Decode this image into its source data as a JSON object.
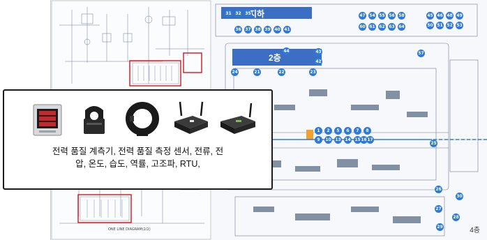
{
  "colors": {
    "accent": "#2e7ad6",
    "zone_fill": "#3c6fc4",
    "highlight": "#f2a12e",
    "tag_text": "#ffffff"
  },
  "left_panel": {
    "footer_label": "ONE LINE DIAGRAM(2/2)"
  },
  "right_panel": {
    "zones": {
      "basement": "지하",
      "floor2": "2층",
      "floor4": "4층"
    },
    "tags": [
      "1",
      "2",
      "5",
      "6",
      "7",
      "8",
      "9",
      "10",
      "13",
      "14",
      "15",
      "16",
      "17",
      "21",
      "22",
      "23",
      "24",
      "25",
      "26",
      "27",
      "28",
      "29",
      "30",
      "31",
      "32",
      "35",
      "36",
      "37",
      "38",
      "39",
      "40",
      "41",
      "42",
      "43",
      "44",
      "45",
      "46",
      "47",
      "48",
      "49",
      "50",
      "51",
      "52",
      "53",
      "54",
      "55",
      "56",
      "57",
      "58",
      "60",
      "61",
      "62",
      "63",
      "64"
    ]
  },
  "overlay": {
    "caption_line1": "전력 품질 계측기, 전력 품질 측정 센서, 전류, 전",
    "caption_line2": "압, 온도, 습도, 역률, 고조파, RTU,",
    "devices": [
      "power-quality-meter-icon",
      "split-core-ct-icon",
      "rogowski-coil-icon",
      "lte-rtu-gateway-icon",
      "wireless-rtu-icon"
    ]
  }
}
